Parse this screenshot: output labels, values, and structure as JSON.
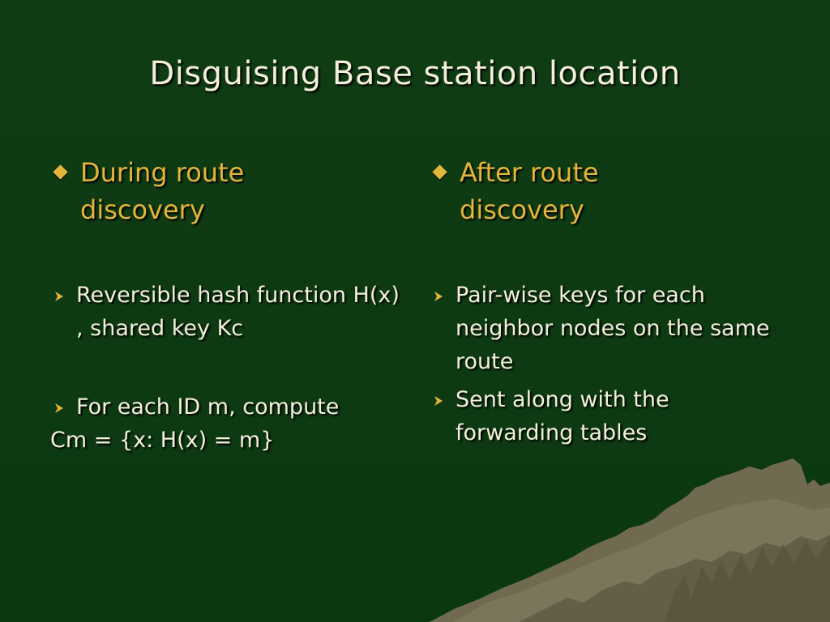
{
  "slide": {
    "title": "Disguising Base station location",
    "left": {
      "heading": "During route discovery",
      "items": [
        "Reversible hash function H(x) , shared key Kc",
        "For each ID m, compute"
      ],
      "continuation": "Cm = {x: H(x) = m}"
    },
    "right": {
      "heading": "After route discovery",
      "items": [
        "Pair-wise keys for each neighbor nodes on the same route",
        "Sent along with the forwarding tables"
      ]
    }
  },
  "colors": {
    "background": "#0f3d14",
    "title_text": "#f2f0d8",
    "heading_text": "#e3b53a",
    "body_text": "#f2f0d8",
    "mountain": "#6f6a50"
  },
  "icons": {
    "heading_bullet": "diamond-bullet-icon",
    "item_bullet": "arrowhead-bullet-icon",
    "decoration": "mountain-decoration"
  }
}
